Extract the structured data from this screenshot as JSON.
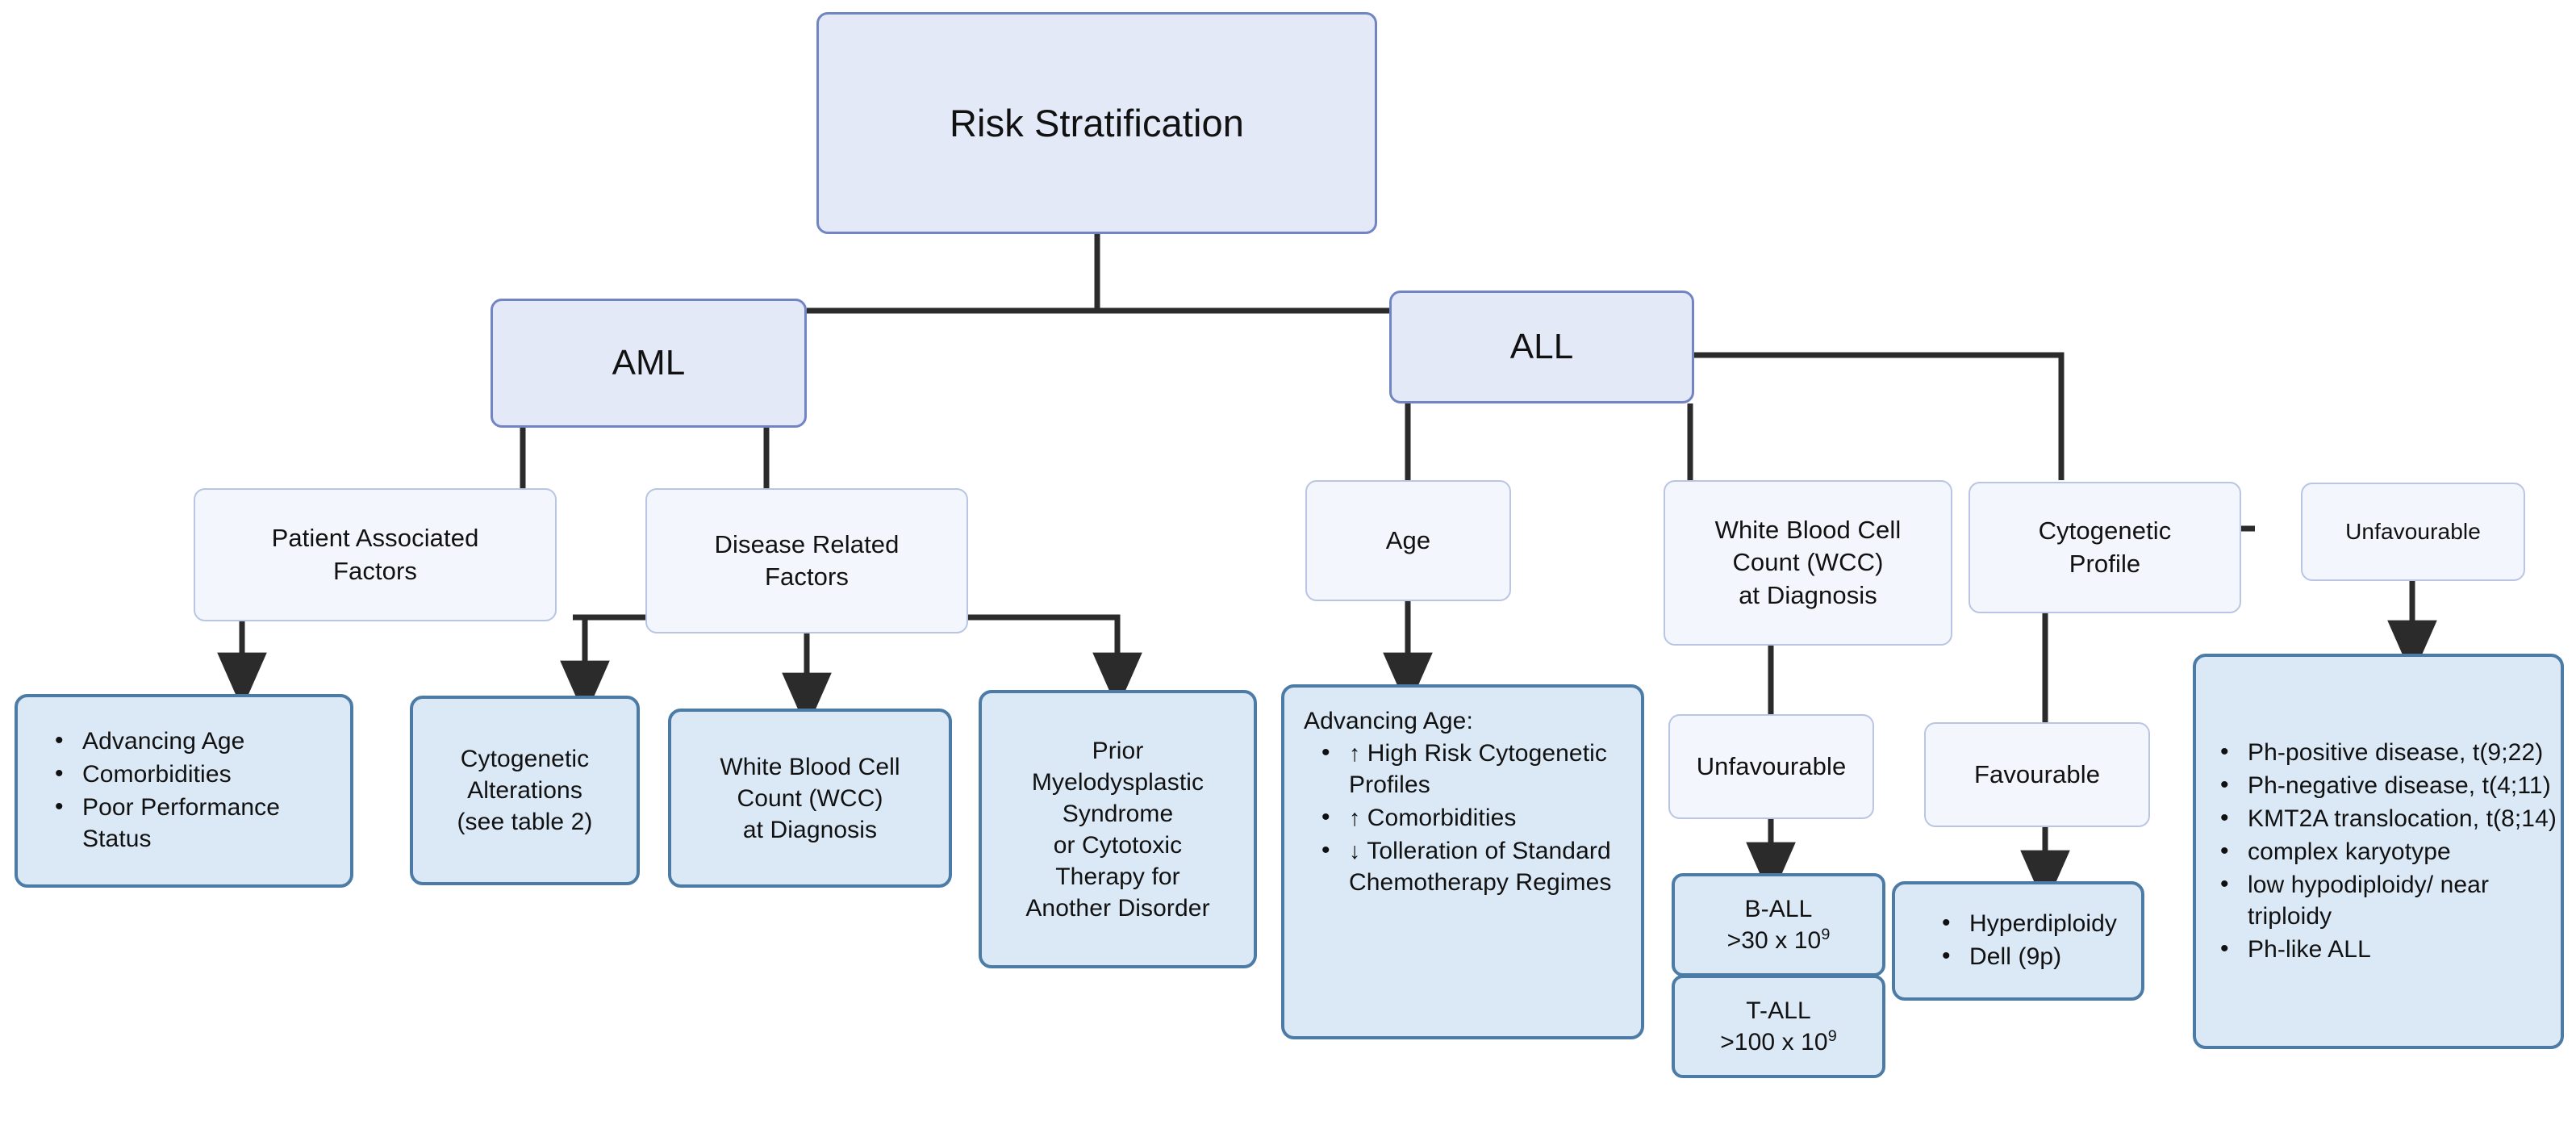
{
  "diagram": {
    "title": "Risk Stratification",
    "colors": {
      "root_fill": "#e4e9f8",
      "root_border": "#7184c4",
      "category_fill": "#f3f6fc",
      "category_border": "#b9c5e2",
      "leaf_fill": "#dbe9f6",
      "leaf_border": "#4c7ba6",
      "connector": "#2b2b2b",
      "text": "#111111",
      "background": "#ffffff"
    }
  },
  "nodes": {
    "root": {
      "label": "Risk Stratification"
    },
    "aml": {
      "label": "AML"
    },
    "all": {
      "label": "ALL"
    },
    "patient_factors": {
      "line1": "Patient Associated",
      "line2": "Factors"
    },
    "disease_factors": {
      "line1": "Disease Related",
      "line2": "Factors"
    },
    "patient_factors_list": {
      "items": [
        "Advancing Age",
        "Comorbidities",
        "Poor Performance Status"
      ]
    },
    "cytogenetic_alterations": {
      "line1": "Cytogenetic",
      "line2": "Alterations",
      "line3": "(see table 2)"
    },
    "aml_wcc": {
      "line1": "White Blood Cell",
      "line2": "Count (WCC)",
      "line3": "at Diagnosis"
    },
    "prior_mds": {
      "line1": "Prior",
      "line2": "Myelodysplastic",
      "line3": "Syndrome",
      "line4": "or Cytotoxic",
      "line5": "Therapy for",
      "line6": "Another Disorder"
    },
    "age": {
      "label": "Age"
    },
    "advancing_age": {
      "lead": "Advancing Age:",
      "items": [
        {
          "arrow": "↑",
          "text": "High Risk Cytogenetic Profiles"
        },
        {
          "arrow": "↑",
          "text": "Comorbidities"
        },
        {
          "arrow": "↓",
          "text": "Tolleration of Standard Chemotherapy Regimes"
        }
      ]
    },
    "all_wcc": {
      "line1": "White Blood Cell",
      "line2": "Count (WCC)",
      "line3": "at Diagnosis"
    },
    "wcc_unfavourable": {
      "label": "Unfavourable"
    },
    "b_all": {
      "line1": "B-ALL",
      "line2_prefix": ">30 x 10",
      "line2_sup": "9"
    },
    "t_all": {
      "line1": "T-ALL",
      "line2_prefix": ">100 x 10",
      "line2_sup": "9"
    },
    "cytogenetic_profile": {
      "line1": "Cytogenetic",
      "line2": "Profile"
    },
    "cyto_favourable": {
      "label": "Favourable"
    },
    "favourable_list": {
      "items": [
        "Hyperdiploidy",
        "Dell (9p)"
      ]
    },
    "cyto_unfavourable": {
      "label": "Unfavourable"
    },
    "unfavourable_list": {
      "items": [
        "Ph-positive disease, t(9;22)",
        "Ph-negative disease, t(4;11)",
        "KMT2A translocation, t(8;14)",
        "complex karyotype",
        "low hypodiploidy/ near triploidy",
        "Ph-like ALL"
      ]
    }
  }
}
